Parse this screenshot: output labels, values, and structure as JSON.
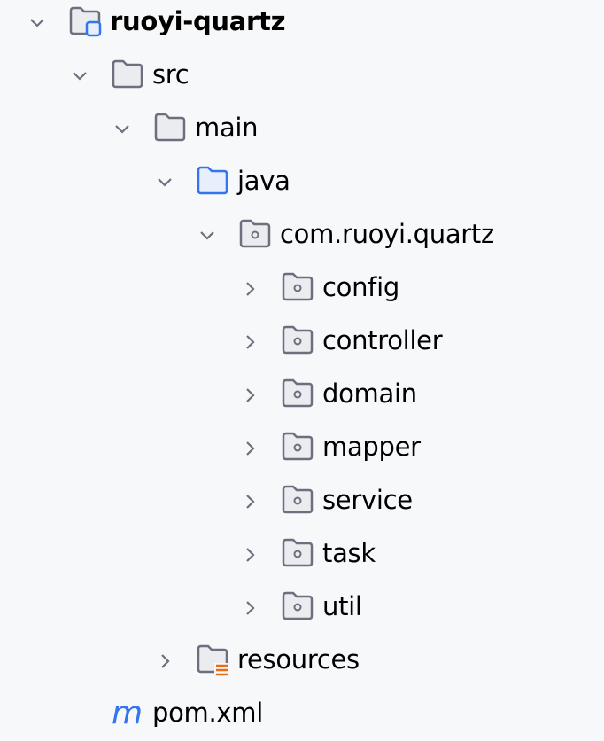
{
  "tree": [
    {
      "label": "ruoyi-quartz",
      "level": 0,
      "type": "module",
      "expandable": true,
      "expanded": true,
      "bold": true
    },
    {
      "label": "src",
      "level": 1,
      "type": "folder",
      "expandable": true,
      "expanded": true
    },
    {
      "label": "main",
      "level": 2,
      "type": "folder",
      "expandable": true,
      "expanded": true
    },
    {
      "label": "java",
      "level": 3,
      "type": "source-root",
      "expandable": true,
      "expanded": true
    },
    {
      "label": "com.ruoyi.quartz",
      "level": 4,
      "type": "package",
      "expandable": true,
      "expanded": true
    },
    {
      "label": "config",
      "level": 5,
      "type": "package",
      "expandable": true,
      "expanded": false
    },
    {
      "label": "controller",
      "level": 5,
      "type": "package",
      "expandable": true,
      "expanded": false
    },
    {
      "label": "domain",
      "level": 5,
      "type": "package",
      "expandable": true,
      "expanded": false
    },
    {
      "label": "mapper",
      "level": 5,
      "type": "package",
      "expandable": true,
      "expanded": false
    },
    {
      "label": "service",
      "level": 5,
      "type": "package",
      "expandable": true,
      "expanded": false
    },
    {
      "label": "task",
      "level": 5,
      "type": "package",
      "expandable": true,
      "expanded": false
    },
    {
      "label": "util",
      "level": 5,
      "type": "package",
      "expandable": true,
      "expanded": false
    },
    {
      "label": "resources",
      "level": 3,
      "type": "resources-root",
      "expandable": true,
      "expanded": false
    },
    {
      "label": "pom.xml",
      "level": 1,
      "type": "maven-file",
      "expandable": false
    }
  ],
  "colors": {
    "background": "#f7f8fa",
    "folder_stroke": "#6c707e",
    "folder_fill": "#ebecf0",
    "source_blue": "#3574f0",
    "resources_orange": "#e66d17"
  }
}
